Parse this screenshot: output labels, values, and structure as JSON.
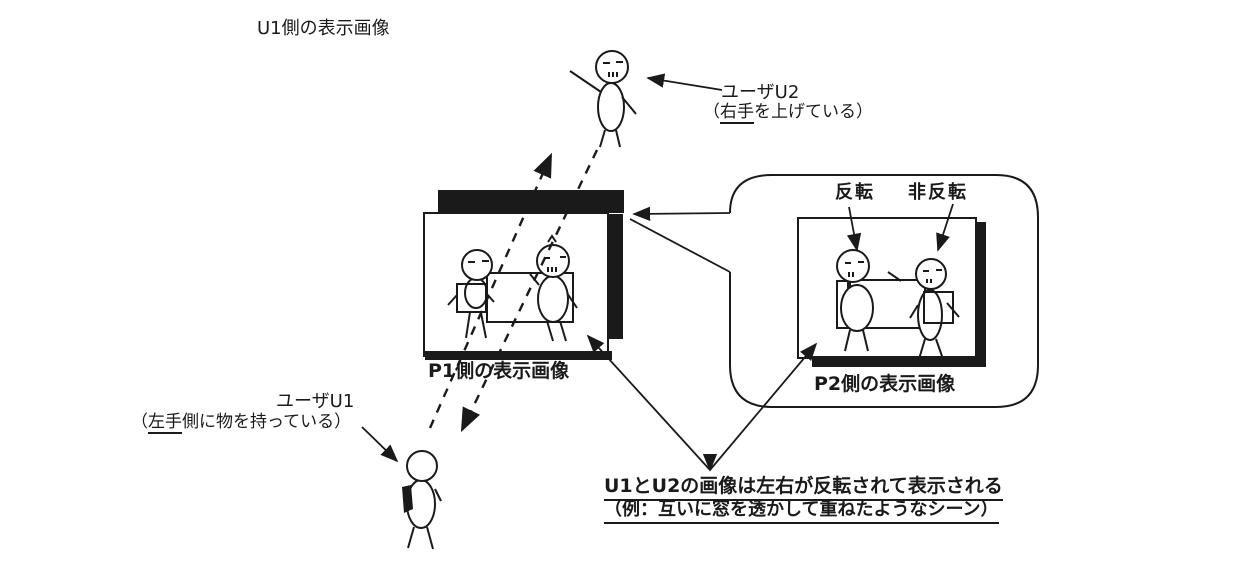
{
  "colors": {
    "ink": "#1a1a1a",
    "paper": "#ffffff"
  },
  "title": "U1側の表示画像",
  "user_u2": {
    "name": "ユーザU2",
    "desc_open": "（",
    "desc_underline": "右手",
    "desc_rest": "を上げている）"
  },
  "user_u1": {
    "name": "ユーザU1",
    "desc_open": "（",
    "desc_underline": "左手",
    "desc_rest": "側に物を持っている）"
  },
  "p1_screen": {
    "label": "P1側の表示画像"
  },
  "p2_callout": {
    "inverted_label": "反転",
    "non_inverted_label": "非反転",
    "screen_label": "P2側の表示画像"
  },
  "note": {
    "line1": "U1とU2の画像は左右が反転されて表示される",
    "line2": "（例：互いに窓を透かして重ねたようなシーン）"
  }
}
